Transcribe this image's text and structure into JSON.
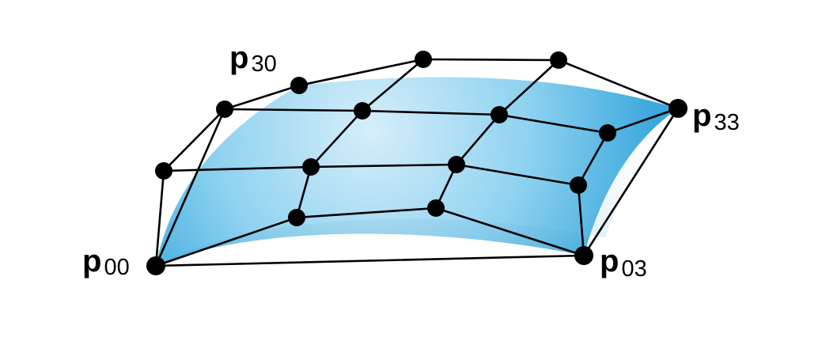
{
  "diagram": {
    "labels": {
      "p00": {
        "main": "p",
        "sub": "00"
      },
      "p03": {
        "main": "p",
        "sub": "03"
      },
      "p30": {
        "main": "p",
        "sub": "30"
      },
      "p33": {
        "main": "p",
        "sub": "33"
      }
    },
    "colors": {
      "surface_light": "#d6eefa",
      "surface_mid": "#8fd2f0",
      "surface_dark": "#3ba8dd",
      "control_net": "#000000",
      "control_point": "#000000",
      "background": "#ffffff"
    }
  }
}
